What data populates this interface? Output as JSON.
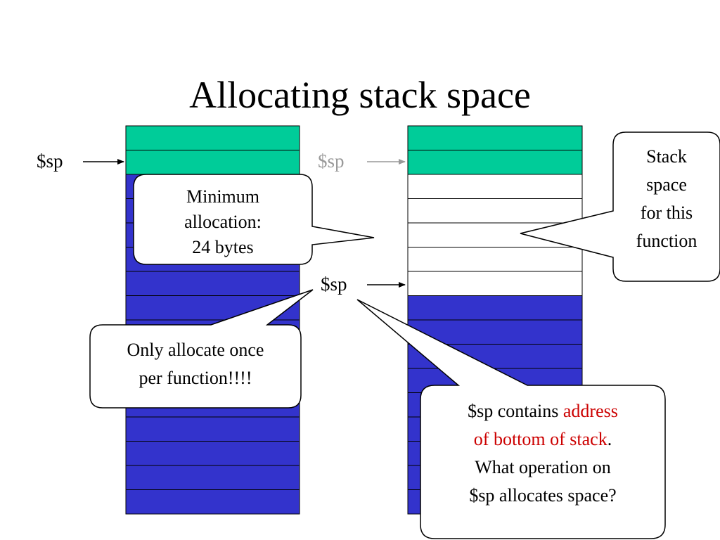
{
  "title": "Allocating stack space",
  "colors": {
    "occupied": "#3333cc",
    "frame_top": "#00cc99",
    "free": "#ffffff",
    "arrow_gray": "#999999",
    "highlight": "#cc0000"
  },
  "labels": {
    "sp_left": "$sp",
    "sp_gray": "$sp",
    "sp_mid": "$sp"
  },
  "callouts": {
    "min_alloc": {
      "lines": [
        "Minimum",
        "allocation:",
        "24 bytes"
      ]
    },
    "once": {
      "lines": [
        "Only allocate once",
        "per function!!!!"
      ]
    },
    "stack_space": {
      "lines": [
        "Stack",
        "space",
        "for this",
        "function"
      ]
    },
    "contains": {
      "pre": "$sp contains ",
      "highlight_1": "address",
      "highlight_2": "of bottom of stack",
      "post_1": ".",
      "line_3": "What operation on",
      "line_4": "$sp allocates space?"
    }
  },
  "stacks": {
    "left": [
      "frame_top",
      "frame_top",
      "occupied",
      "occupied",
      "occupied",
      "occupied",
      "occupied",
      "occupied",
      "occupied",
      "occupied",
      "occupied",
      "occupied",
      "occupied",
      "occupied",
      "occupied",
      "occupied"
    ],
    "right": [
      "frame_top",
      "frame_top",
      "free",
      "free",
      "free",
      "free",
      "free",
      "occupied",
      "occupied",
      "occupied",
      "occupied",
      "occupied",
      "occupied",
      "occupied",
      "occupied",
      "occupied"
    ]
  }
}
